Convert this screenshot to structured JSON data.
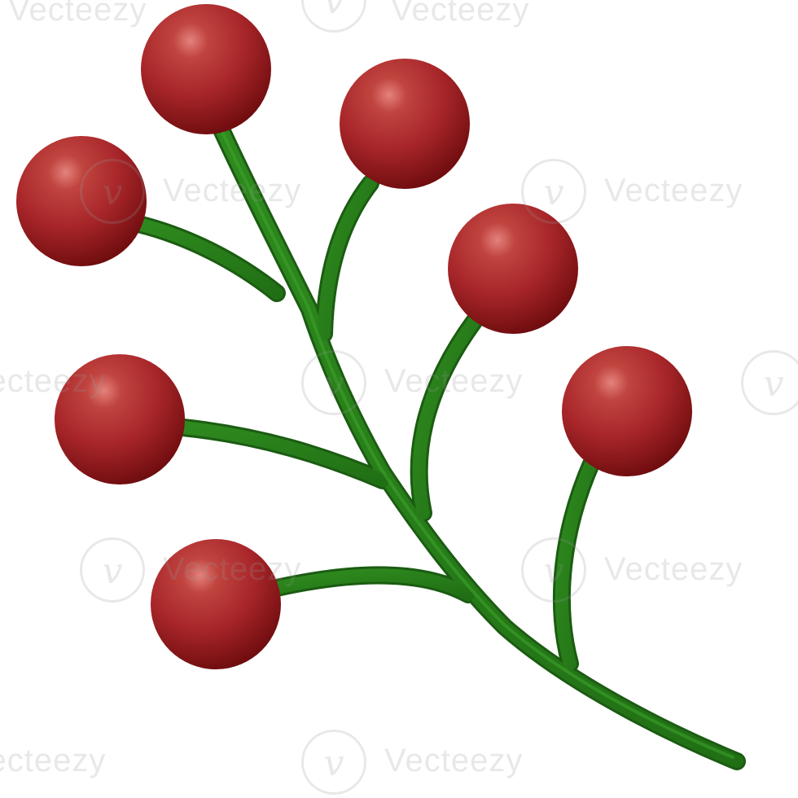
{
  "scene": {
    "subject": "berry-branch",
    "background_color": "#ffffff"
  },
  "colors": {
    "stem_dark": "#1f6a14",
    "stem_mid": "#2e8a1e",
    "stem_light": "#3da52a",
    "berry_highlight": "#e4827c",
    "berry_mid": "#a8262a",
    "berry_dark": "#6e0c0e"
  },
  "watermark": {
    "text": "Vecteezy",
    "logo_glyph": "v",
    "color": "rgba(150,150,150,0.22)"
  }
}
